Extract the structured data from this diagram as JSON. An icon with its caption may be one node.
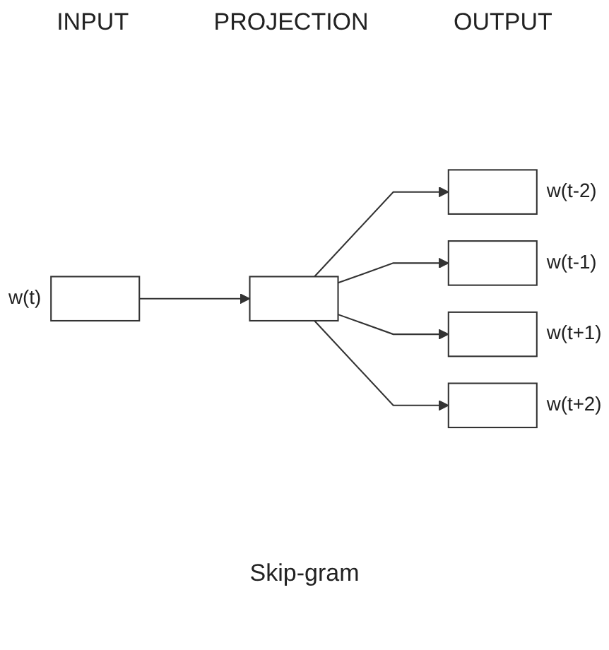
{
  "diagram": {
    "caption": "Skip-gram",
    "nodes": [
      {
        "text": [],
        "shape": "box",
        "beside": [
          "w(t)"
        ]
      },
      {
        "text": [],
        "shape": "box"
      },
      {
        "text": [],
        "shape": "box",
        "beside": [
          "w(t-2)"
        ]
      },
      {
        "text": [],
        "shape": "box",
        "beside": [
          "w(t-1)"
        ]
      },
      {
        "text": [],
        "shape": "box",
        "beside": [
          "w(t+1)"
        ]
      },
      {
        "text": [],
        "shape": "box",
        "beside": [
          "w(t+2)"
        ]
      }
    ],
    "edges": [
      {
        "from": 0,
        "to": 1,
        "arrow": "to"
      },
      {
        "from": 1,
        "to": 2,
        "arrow": "to"
      },
      {
        "from": 1,
        "to": 3,
        "arrow": "to"
      },
      {
        "from": 1,
        "to": 4,
        "arrow": "to"
      },
      {
        "from": 1,
        "to": 5,
        "arrow": "to"
      }
    ],
    "labels": [
      "INPUT",
      "PROJECTION",
      "OUTPUT"
    ]
  }
}
